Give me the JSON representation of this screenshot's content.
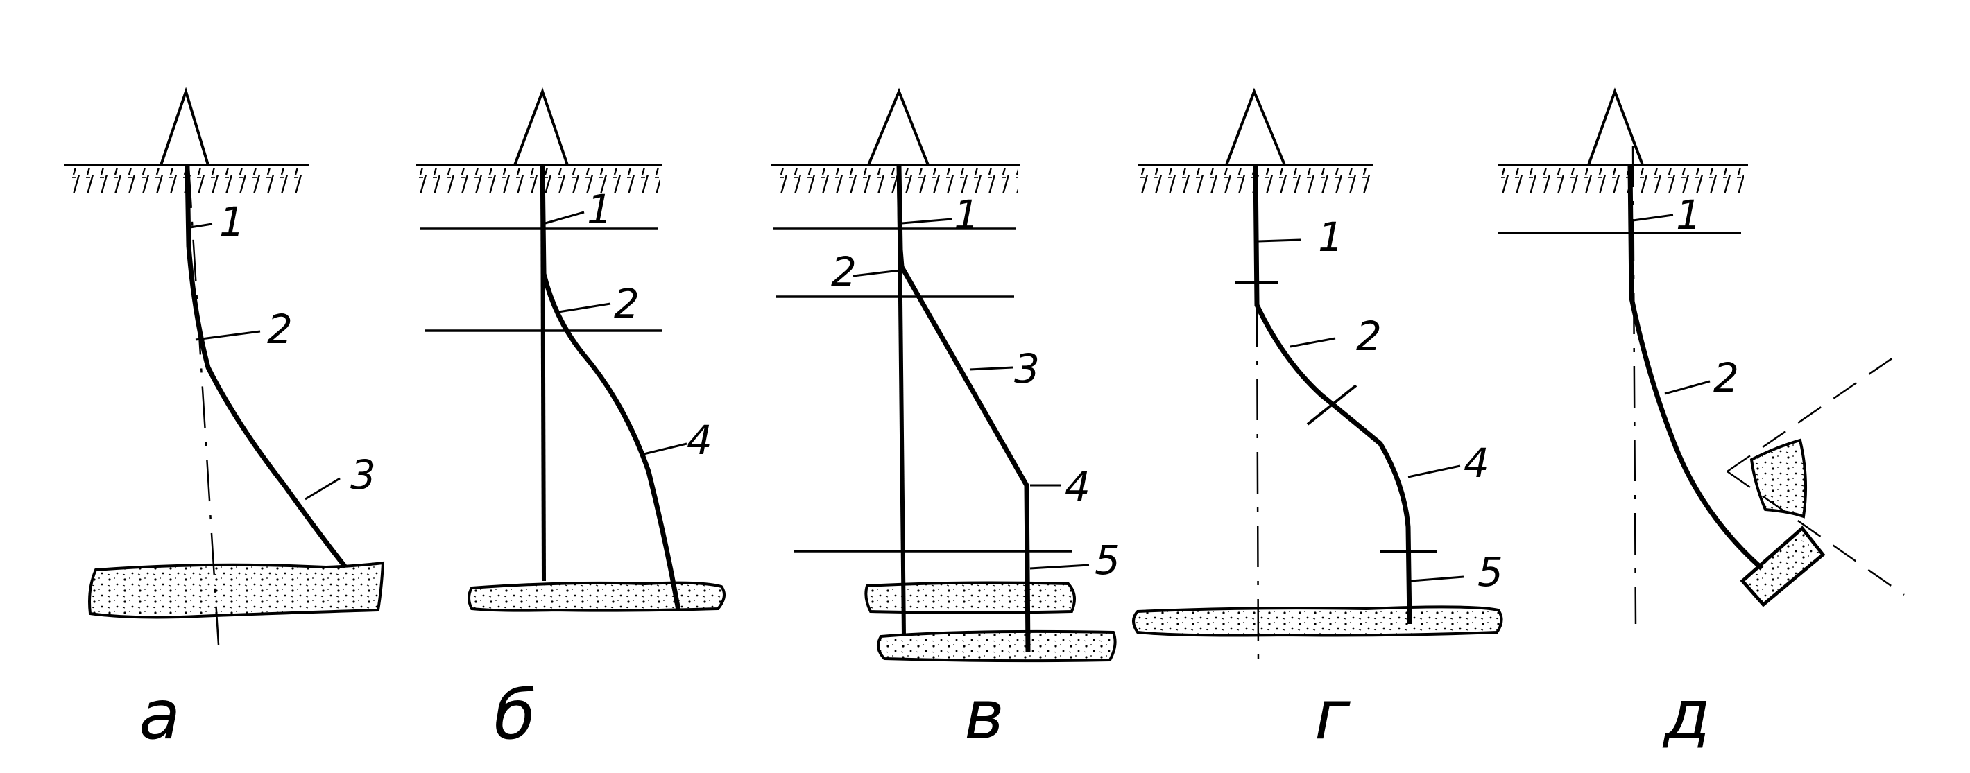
{
  "panels": [
    {
      "caption": "а",
      "labels": [
        "1",
        "2",
        "3"
      ]
    },
    {
      "caption": "б",
      "labels": [
        "1",
        "2",
        "4"
      ]
    },
    {
      "caption": "в",
      "labels": [
        "1",
        "2",
        "3",
        "4",
        "5"
      ]
    },
    {
      "caption": "г",
      "labels": [
        "1",
        "2",
        "4",
        "5"
      ]
    },
    {
      "caption": "д",
      "labels": [
        "1",
        "2"
      ]
    }
  ],
  "colors": {
    "ink": "#000000",
    "paper": "#ffffff"
  }
}
